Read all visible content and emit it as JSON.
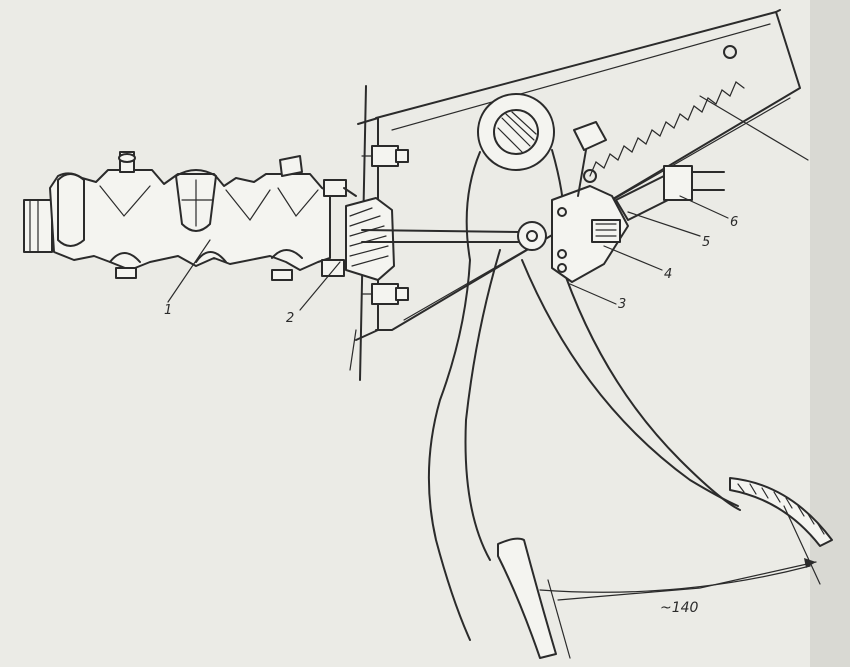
{
  "callouts": [
    "1",
    "2",
    "3",
    "4",
    "5",
    "6"
  ],
  "dimension": "~140",
  "colors": {
    "ink": "#2b2b2b",
    "paper": "#ebebe6"
  }
}
